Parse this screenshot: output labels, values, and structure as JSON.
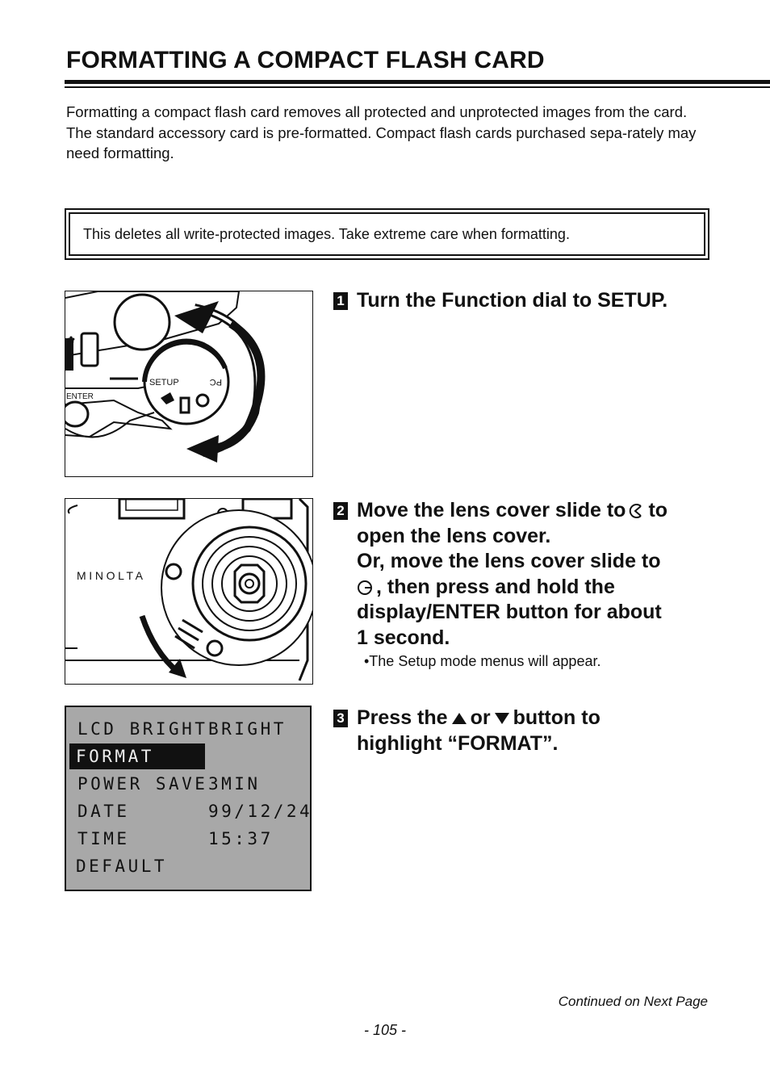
{
  "title": "FORMATTING A COMPACT FLASH CARD",
  "intro": {
    "p1": "Formatting a compact flash card removes all protected and unprotected images from the card.",
    "p2": "The standard accessory card is pre-formatted. Compact flash cards purchased sepa-rately may need formatting."
  },
  "warning": "This deletes all write-protected images. Take extreme care when formatting.",
  "figure1": {
    "setup_label": "SETUP",
    "enter_label": "ENTER",
    "pc_label": "PC"
  },
  "figure2": {
    "brand": "MINOLTA"
  },
  "steps": [
    {
      "number": "1",
      "lines": [
        "Turn the Function dial to SETUP."
      ]
    },
    {
      "number": "2",
      "line1a": "Move the lens cover slide to",
      "line1b": "to",
      "line2": "open the lens cover.",
      "line3": "Or, move the lens cover slide to",
      "line4b": ", then press and hold the",
      "line5": "display/ENTER button for about",
      "line6": "1 second.",
      "note": "•The Setup mode menus will appear."
    },
    {
      "number": "3",
      "line1a": "Press the",
      "line1b": "or",
      "line1c": "button to",
      "line2": "highlight “FORMAT”."
    }
  ],
  "lcd_menu": [
    {
      "label": "LCD BRIGHT",
      "value": "BRIGHT"
    },
    {
      "label": "FORMAT",
      "value": ""
    },
    {
      "label": "POWER SAVE",
      "value": "3MIN"
    },
    {
      "label": "DATE",
      "value": "99/12/24"
    },
    {
      "label": "TIME",
      "value": "15:37"
    },
    {
      "label": "DEFAULT",
      "value": ""
    }
  ],
  "lcd_selected_index": 1,
  "footer": {
    "continued": "Continued on Next Page",
    "page_number": "- 105 -"
  }
}
